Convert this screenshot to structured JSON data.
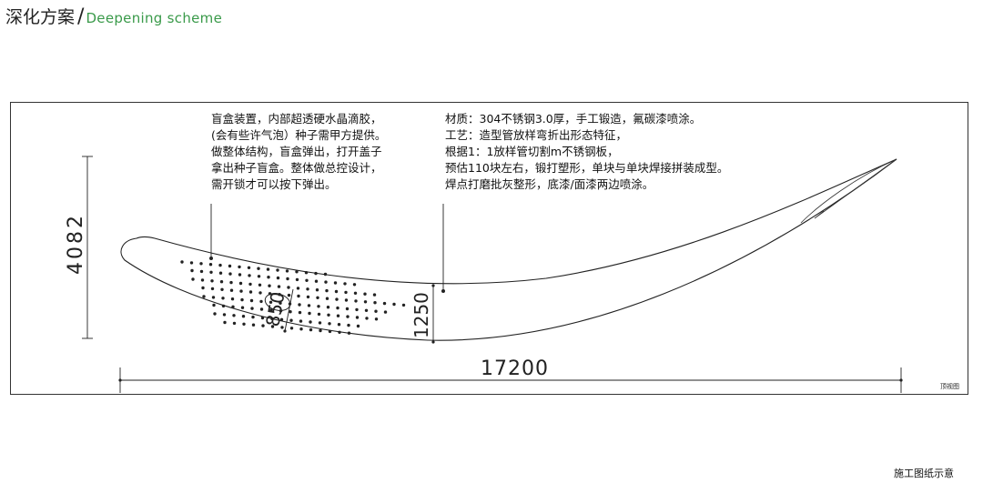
{
  "header": {
    "title_cn": "深化方案",
    "separator": "/",
    "title_en": "Deepening scheme"
  },
  "notes": {
    "left": [
      "盲盒装置，内部超透硬水晶滴胶，",
      "(会有些许气泡）种子需甲方提供。",
      "做整体结构，盲盒弹出，打开盖子",
      "拿出种子盲盒。整体做总控设计，",
      "需开锁才可以按下弹出。"
    ],
    "right": [
      "材质：304不锈钢3.0厚，手工锻造，氟碳漆喷涂。",
      "工艺：造型管放样弯折出形态特征，",
      "根据1：1放样管切割m不锈钢板，",
      "预估110块左右，锻打塑形，单块与单块焊接拼装成型。",
      "焊点打磨批灰整形，底漆/面漆两边喷涂。"
    ]
  },
  "dimensions": {
    "height": "4082",
    "length": "17200",
    "section_small": "850",
    "section_large": "1250"
  },
  "labels": {
    "view": "顶视图",
    "footer": "施工图纸示意"
  }
}
